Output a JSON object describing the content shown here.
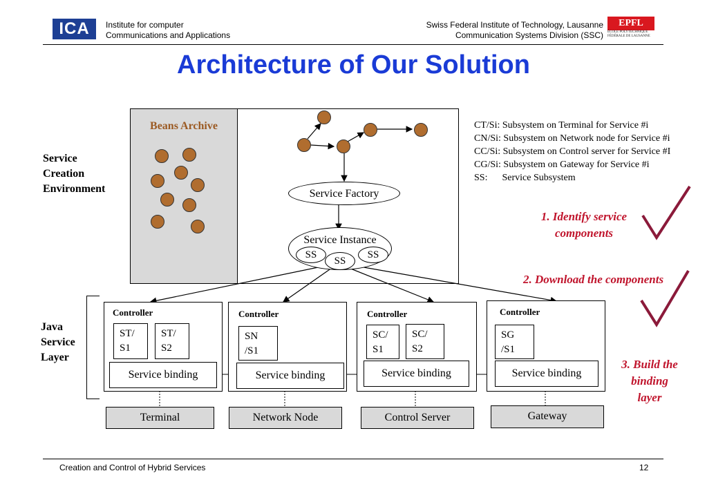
{
  "header": {
    "left_logo": "ICA",
    "left_line1": "Institute for computer",
    "left_line2": "Communications and Applications",
    "right_line1": "Swiss Federal Institute of Technology, Lausanne",
    "right_line2": "Communication Systems Division (SSC)",
    "right_logo": "EPFL",
    "right_logo_sub1": "ÉCOLE POLYTECHNIQUE",
    "right_logo_sub2": "FÉDÉRALE DE LAUSANNE"
  },
  "title": "Architecture of Our Solution",
  "beans_archive": "Beans Archive",
  "service_factory": "Service Factory",
  "service_instance": "Service Instance",
  "ss_label": "SS",
  "side_labels": {
    "sce_1": "Service",
    "sce_2": "Creation",
    "sce_3": "Environment",
    "jsl_1": "Java",
    "jsl_2": "Service",
    "jsl_3": "Layer"
  },
  "legend": [
    "CT/Si: Subsystem on Terminal for Service #i",
    "CN/Si: Subsystem on Network node for Service #i",
    "CC/Si: Subsystem on Control server for Service #I",
    "CG/Si: Subsystem on Gateway for Service #i",
    "SS:      Service Subsystem"
  ],
  "steps": {
    "step1_line1": "1. Identify service",
    "step1_line2": "components",
    "step2": "2. Download the components",
    "step3_line1": "3. Build the",
    "step3_line2": "binding",
    "step3_line3": "layer"
  },
  "controller_label": "Controller",
  "service_binding_label": "Service binding",
  "controllers": [
    {
      "subsystems": [
        [
          "ST/",
          "S1"
        ],
        [
          "ST/",
          "S2"
        ]
      ],
      "node": "Terminal"
    },
    {
      "subsystems": [
        [
          "SN",
          "/S1"
        ]
      ],
      "node": "Network Node"
    },
    {
      "subsystems": [
        [
          "SC/",
          "S1"
        ],
        [
          "SC/",
          "S2"
        ]
      ],
      "node": "Control Server"
    },
    {
      "subsystems": [
        [
          "SG",
          "/S1"
        ]
      ],
      "node": "Gateway"
    }
  ],
  "footer": {
    "left": "Creation and Control of Hybrid Services",
    "page": "12"
  },
  "colors": {
    "title": "#1a3bd6",
    "bean": "#b06d2f",
    "beans_label": "#9b5a23",
    "step": "#c0142c",
    "checkmark": "#8b1a3a",
    "ica": "#1d3f94",
    "epfl": "#d9181f"
  }
}
